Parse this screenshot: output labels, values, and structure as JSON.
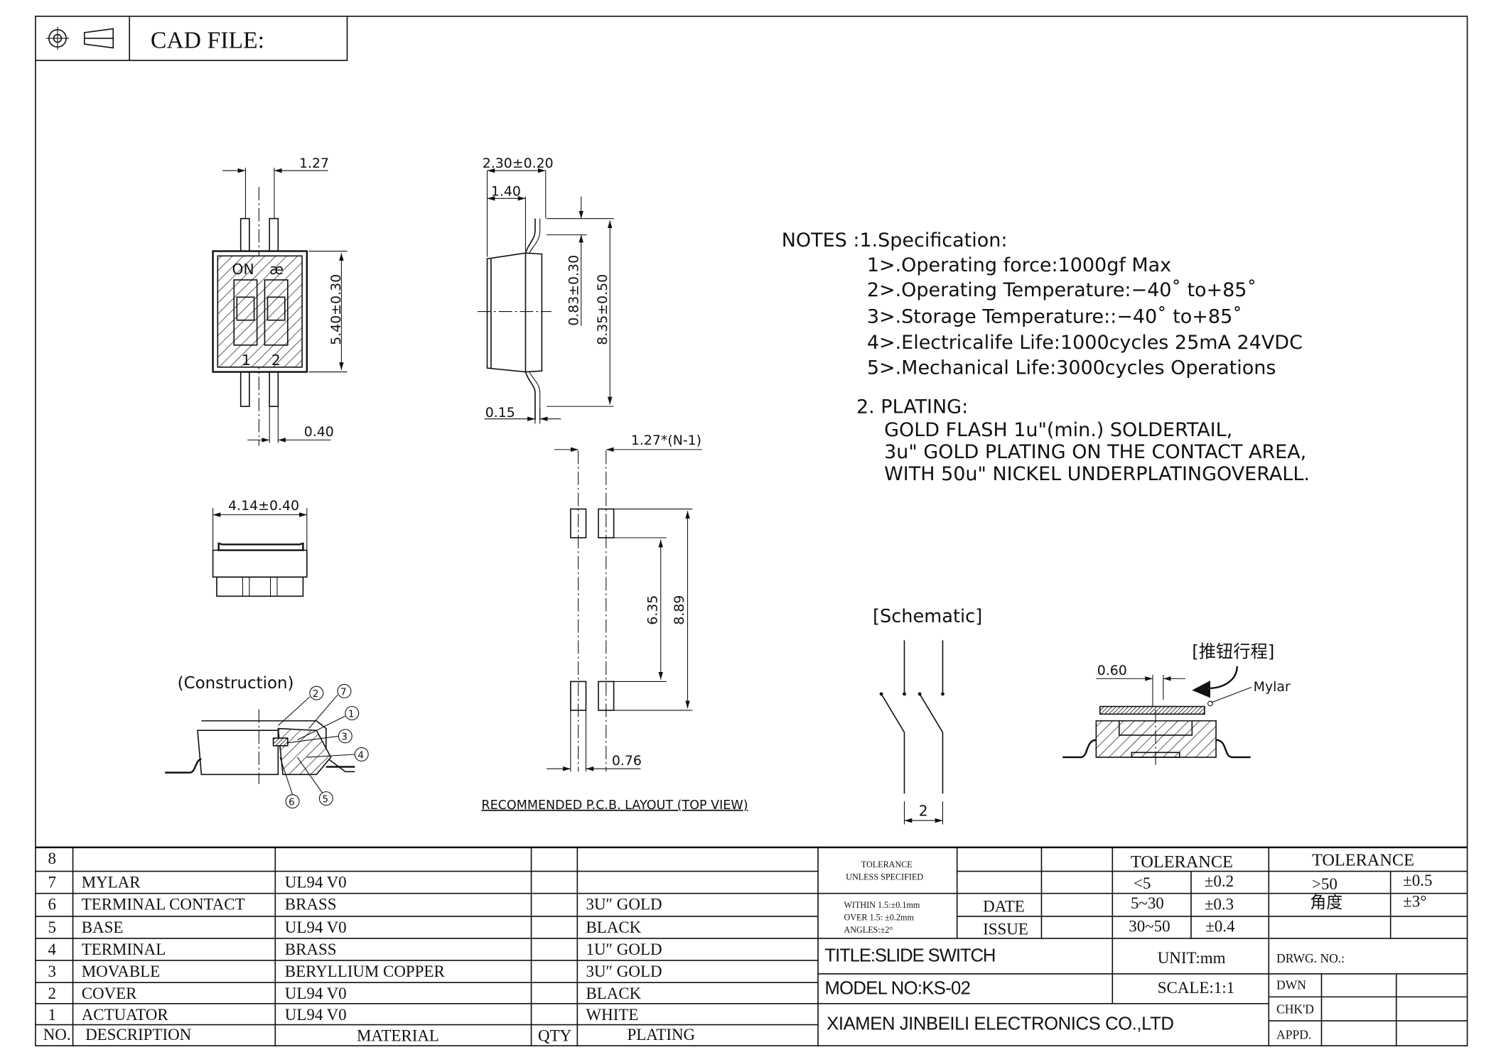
{
  "header": {
    "cad_file_label": "CAD FILE:"
  },
  "dimensions": {
    "top_pitch": "1.27",
    "body_length": "5.40±0.30",
    "lead_width": "0.40",
    "side_width": "2.30±0.20",
    "side_depth": "1.40",
    "lead_offset": "0.83±0.30",
    "overall_length": "8.35±0.50",
    "lead_thickness": "0.15",
    "front_width": "4.14±0.40",
    "pcb_pitch": "1.27*(N-1)",
    "pcb_inner": "6.35",
    "pcb_outer": "8.89",
    "pad_width": "0.76",
    "actuator_travel": "0.60",
    "schematic_pitch": "2"
  },
  "top_view": {
    "on_label": "ON",
    "switch_1": "1",
    "switch_2": "2"
  },
  "construction": {
    "title": "(Construction)",
    "callouts": [
      "1",
      "2",
      "3",
      "4",
      "5",
      "6",
      "7"
    ]
  },
  "pcb_layout_title": "RECOMMENDED P.C.B. LAYOUT (TOP VIEW)",
  "schematic_title": "[Schematic]",
  "section": {
    "travel_label": "[推钮行程]",
    "mylar_label": "Mylar"
  },
  "notes": {
    "heading": "NOTES :1.Specification:",
    "spec": [
      "1>.Operating  force:1000gf Max",
      "2>.Operating  Temperature:−40˚ to+85˚",
      "3>.Storage  Temperature::−40˚ to+85˚",
      "4>.Electricalife  Life:1000cycles  25mA  24VDC",
      "5>.Mechanical  Life:3000cycles  Operations"
    ],
    "plating_heading": "2.  PLATING:",
    "plating": [
      "GOLD FLASH 1u\"(min.) SOLDERTAIL,",
      "3u\" GOLD PLATING  ON THE CONTACT AREA,",
      "WITH 50u\" NICKEL UNDERPLATINGOVERALL."
    ]
  },
  "bom": {
    "headers": {
      "no": "NO.",
      "description": "DESCRIPTION",
      "material": "MATERIAL",
      "qty": "QTY",
      "plating": "PLATING"
    },
    "rows": [
      {
        "no": "8",
        "description": "",
        "material": "",
        "qty": "",
        "plating": ""
      },
      {
        "no": "7",
        "description": "MYLAR",
        "material": "UL94 V0",
        "qty": "",
        "plating": ""
      },
      {
        "no": "6",
        "description": "TERMINAL CONTACT",
        "material": "BRASS",
        "qty": "",
        "plating": "3U″ GOLD"
      },
      {
        "no": "5",
        "description": "BASE",
        "material": "UL94 V0",
        "qty": "",
        "plating": "BLACK"
      },
      {
        "no": "4",
        "description": "TERMINAL",
        "material": "BRASS",
        "qty": "",
        "plating": "1U″ GOLD"
      },
      {
        "no": "3",
        "description": "MOVABLE",
        "material": "BERYLLIUM COPPER",
        "qty": "",
        "plating": "3U″ GOLD"
      },
      {
        "no": "2",
        "description": "COVER",
        "material": "UL94 V0",
        "qty": "",
        "plating": "BLACK"
      },
      {
        "no": "1",
        "description": "ACTUATOR",
        "material": "UL94 V0",
        "qty": "",
        "plating": "WHITE"
      }
    ]
  },
  "title_block": {
    "tol_unless_1": "TOLERANCE",
    "tol_unless_2": "UNLESS SPECIFIED",
    "within": "WITHIN 1.5:±0.1mm",
    "over": "OVER 1.5: ±0.2mm",
    "angles": "ANGLES:±2°",
    "date_label": "DATE",
    "issue_label": "ISSUE",
    "tolerance_header_1": "TOLERANCE",
    "tolerance_header_2": "TOLERANCE",
    "tol_rows": [
      {
        "range": "<5",
        "value": "±0.2"
      },
      {
        "range": "5~30",
        "value": "±0.3"
      },
      {
        "range": "30~50",
        "value": "±0.4"
      }
    ],
    "tol_right": [
      {
        "range": ">50",
        "value": "±0.5"
      },
      {
        "range": "角度",
        "value": "±3°"
      }
    ],
    "title": "TITLE:SLIDE SWITCH",
    "unit": "UNIT:mm",
    "model": "MODEL NO:KS-02",
    "scale": "SCALE:1:1",
    "company": "XIAMEN JINBEILI ELECTRONICS CO.,LTD",
    "drwg_no": "DRWG.  NO.:",
    "dwn": "DWN",
    "chkd": "CHK'D",
    "appd": "APPD."
  }
}
